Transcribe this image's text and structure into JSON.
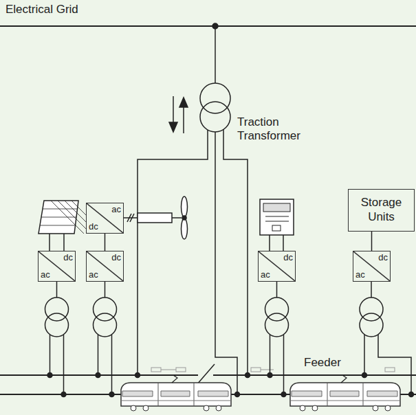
{
  "diagram": {
    "nodes": [
      {
        "text": [
          "ac",
          "dc"
        ]
      },
      {
        "text": [
          "Storage Units"
        ]
      },
      {
        "text": [
          "dc",
          "ac"
        ]
      },
      {
        "text": [
          "dc",
          "ac"
        ]
      },
      {
        "text": [
          "dc",
          "ac"
        ]
      },
      {
        "text": [
          "dc",
          "ac"
        ]
      }
    ],
    "edges": [
      {
        "from": 0,
        "to": 3,
        "arrow": "none"
      },
      {
        "from": 1,
        "to": 5,
        "arrow": "none"
      }
    ],
    "labels": [
      "Electrical Grid",
      "Traction Transformer",
      "Feeder"
    ]
  }
}
